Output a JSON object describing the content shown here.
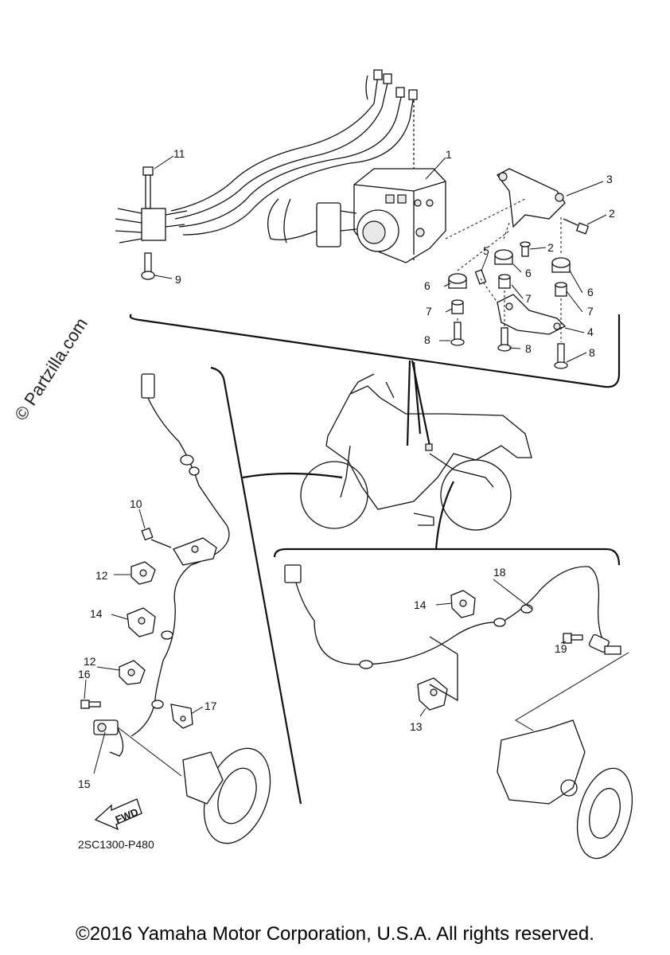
{
  "watermark": "© Partzilla.com",
  "drawing_code": "2SC1300-P480",
  "fwd_label": "FWD",
  "copyright": "©2016 Yamaha Motor Corporation, U.S.A. All rights reserved.",
  "callouts": {
    "c1": "1",
    "c2a": "2",
    "c2b": "2",
    "c3": "3",
    "c4": "4",
    "c5": "5",
    "c6a": "6",
    "c6b": "6",
    "c6c": "6",
    "c7a": "7",
    "c7b": "7",
    "c7c": "7",
    "c8a": "8",
    "c8b": "8",
    "c8c": "8",
    "c9": "9",
    "c10": "10",
    "c11": "11",
    "c12a": "12",
    "c12b": "12",
    "c13": "13",
    "c14a": "14",
    "c14b": "14",
    "c15": "15",
    "c16": "16",
    "c17": "17",
    "c18": "18",
    "c19": "19"
  }
}
